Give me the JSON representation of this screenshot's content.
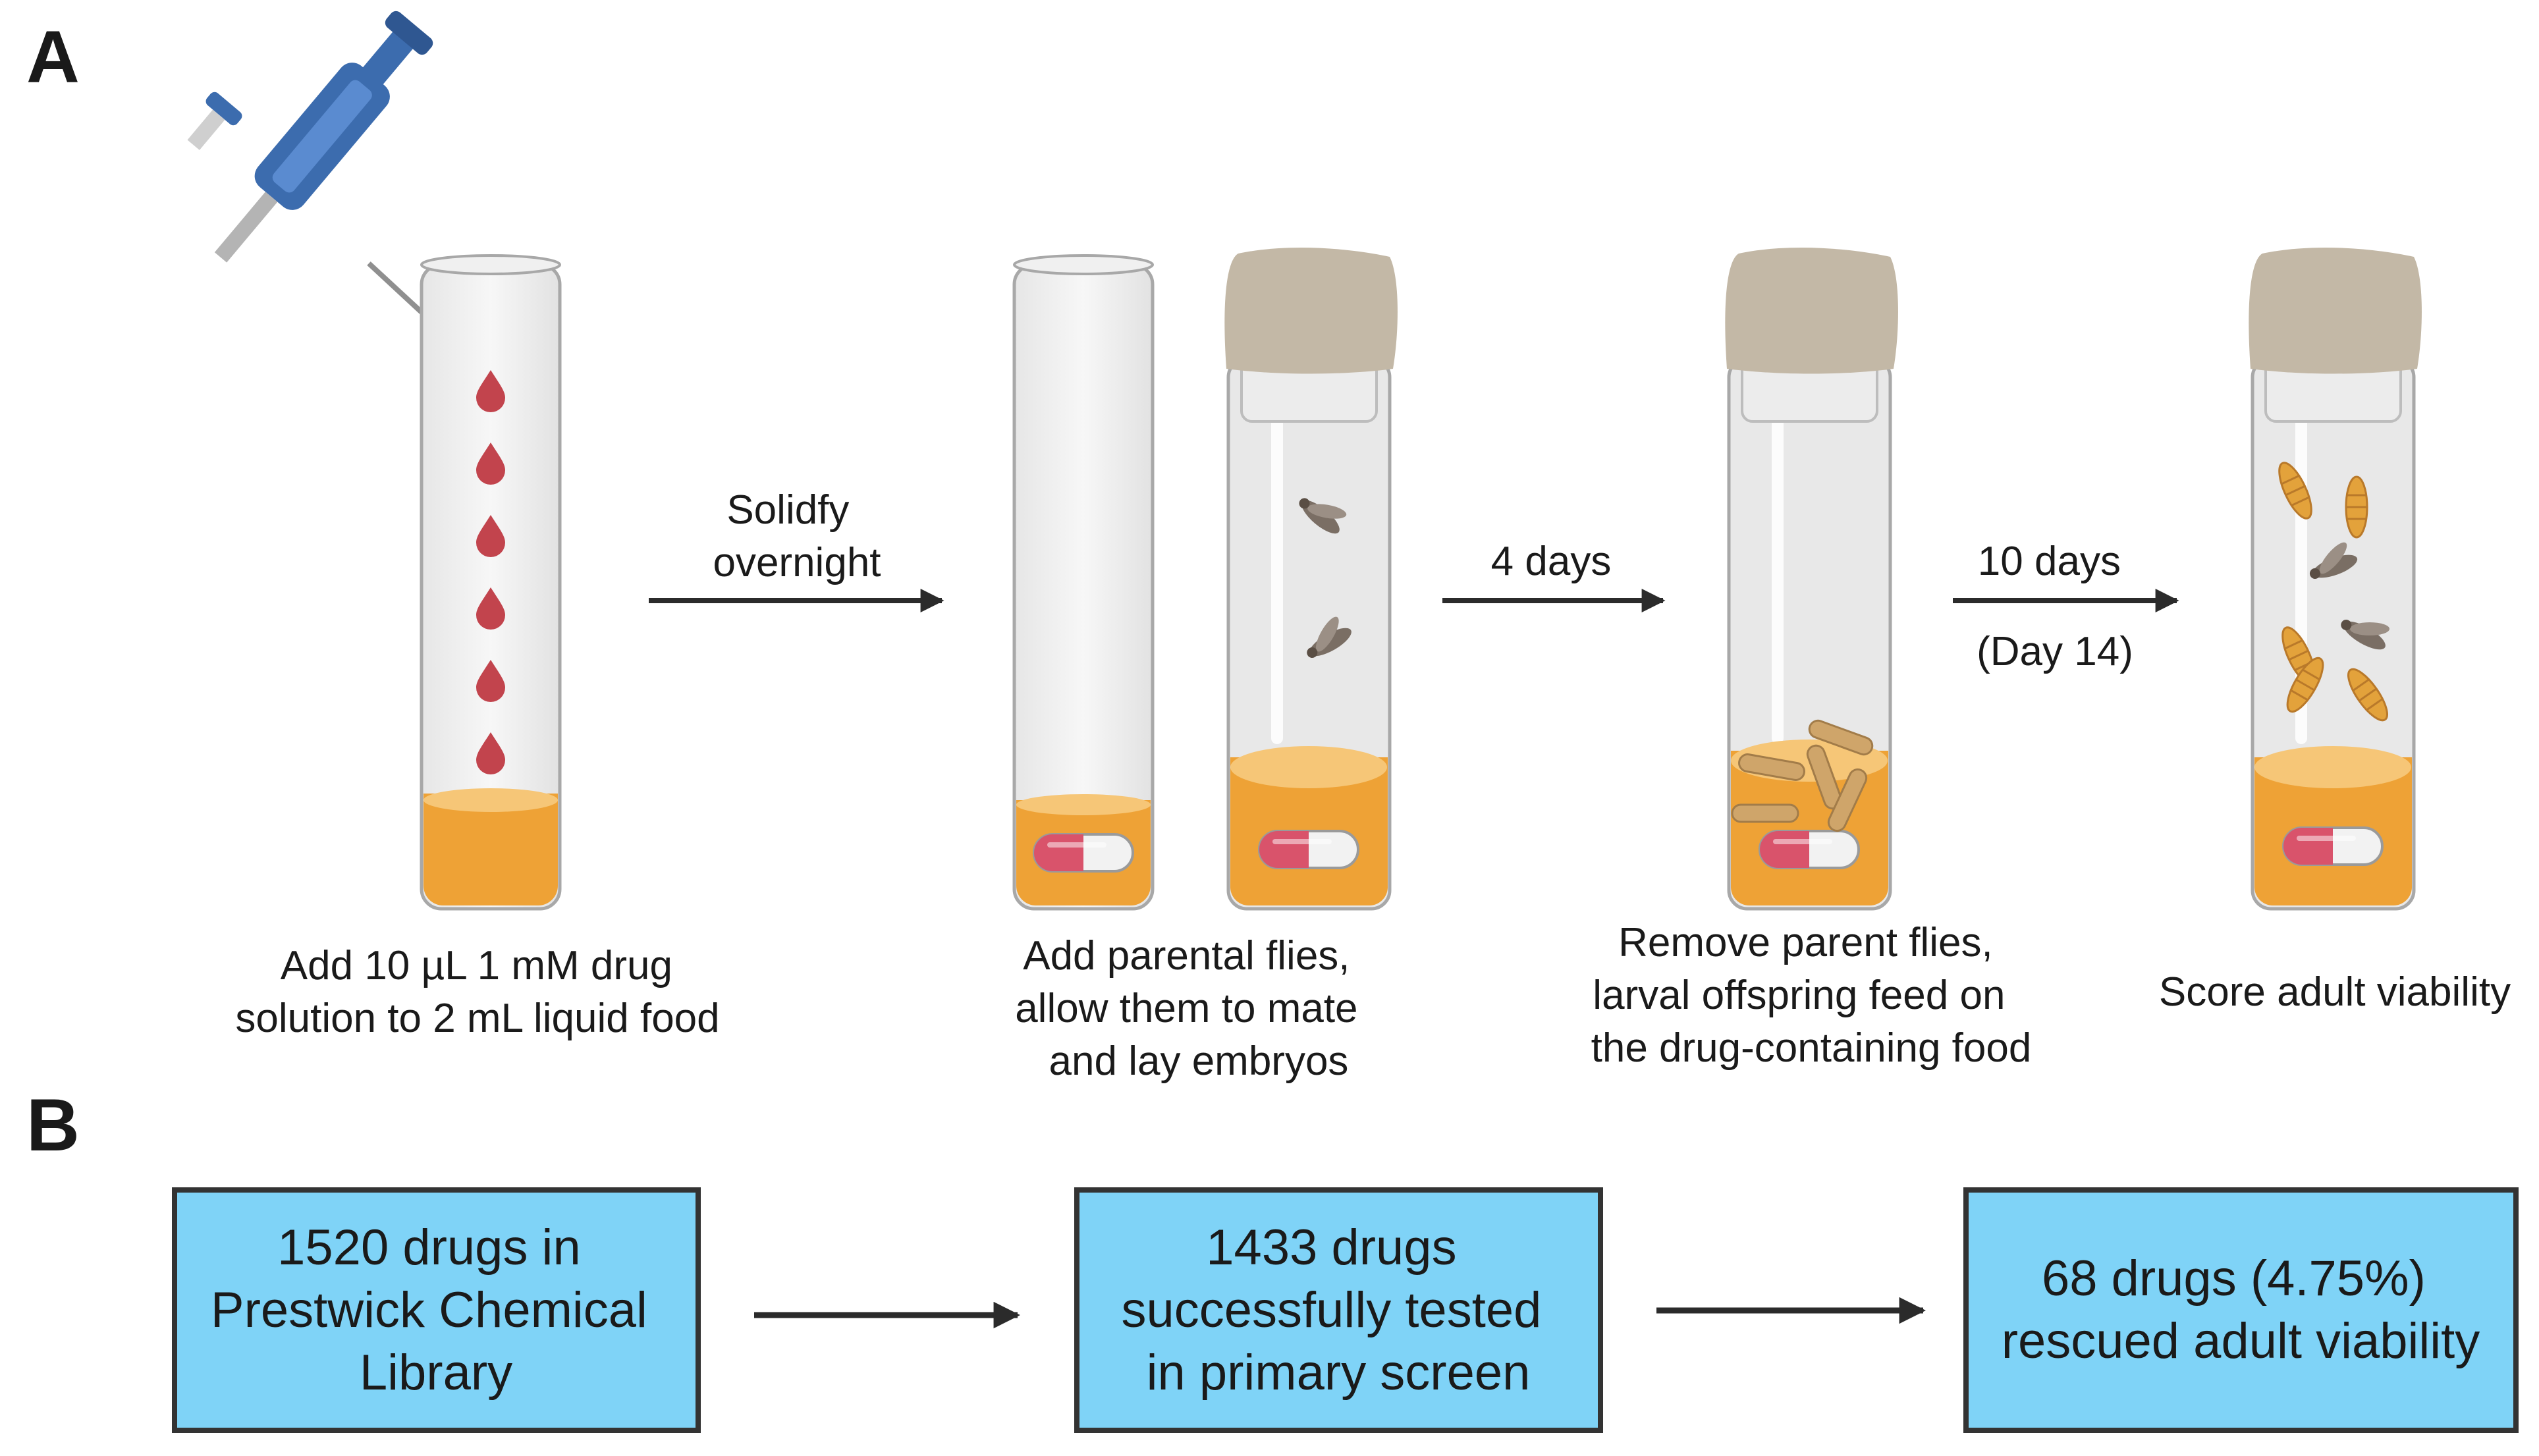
{
  "panel_a": {
    "letter": "A",
    "steps": [
      {
        "caption": [
          "Add 10 µL 1 mM drug",
          "solution to 2 mL liquid food"
        ]
      },
      {
        "caption": [
          "Add parental flies,",
          "allow them to mate",
          "and lay embryos"
        ]
      },
      {
        "caption": [
          "Remove parent flies,",
          "larval offspring feed on",
          "the drug-containing food"
        ]
      },
      {
        "caption": [
          "Score adult viability"
        ]
      }
    ],
    "arrows": [
      {
        "label": [
          "Solidfy",
          "overnight"
        ]
      },
      {
        "label": [
          "4 days"
        ]
      },
      {
        "label": [
          "10 days",
          "(Day 14)"
        ]
      }
    ]
  },
  "panel_b": {
    "letter": "B",
    "boxes": [
      {
        "lines": [
          "1520 drugs in",
          "Prestwick Chemical",
          "Library"
        ]
      },
      {
        "lines": [
          "1433 drugs",
          "successfully tested",
          "in primary screen"
        ]
      },
      {
        "lines": [
          "68 drugs (4.75%)",
          "rescued adult viability"
        ]
      }
    ]
  },
  "colors": {
    "food": "#eea236",
    "food_top": "#f6c677",
    "box_fill": "#7fd3f7",
    "box_stroke": "#333333",
    "drop": "#c2444d",
    "capsule_red": "#d9536b",
    "plug": "#c3b8a6",
    "pipette": "#3c6cae"
  }
}
